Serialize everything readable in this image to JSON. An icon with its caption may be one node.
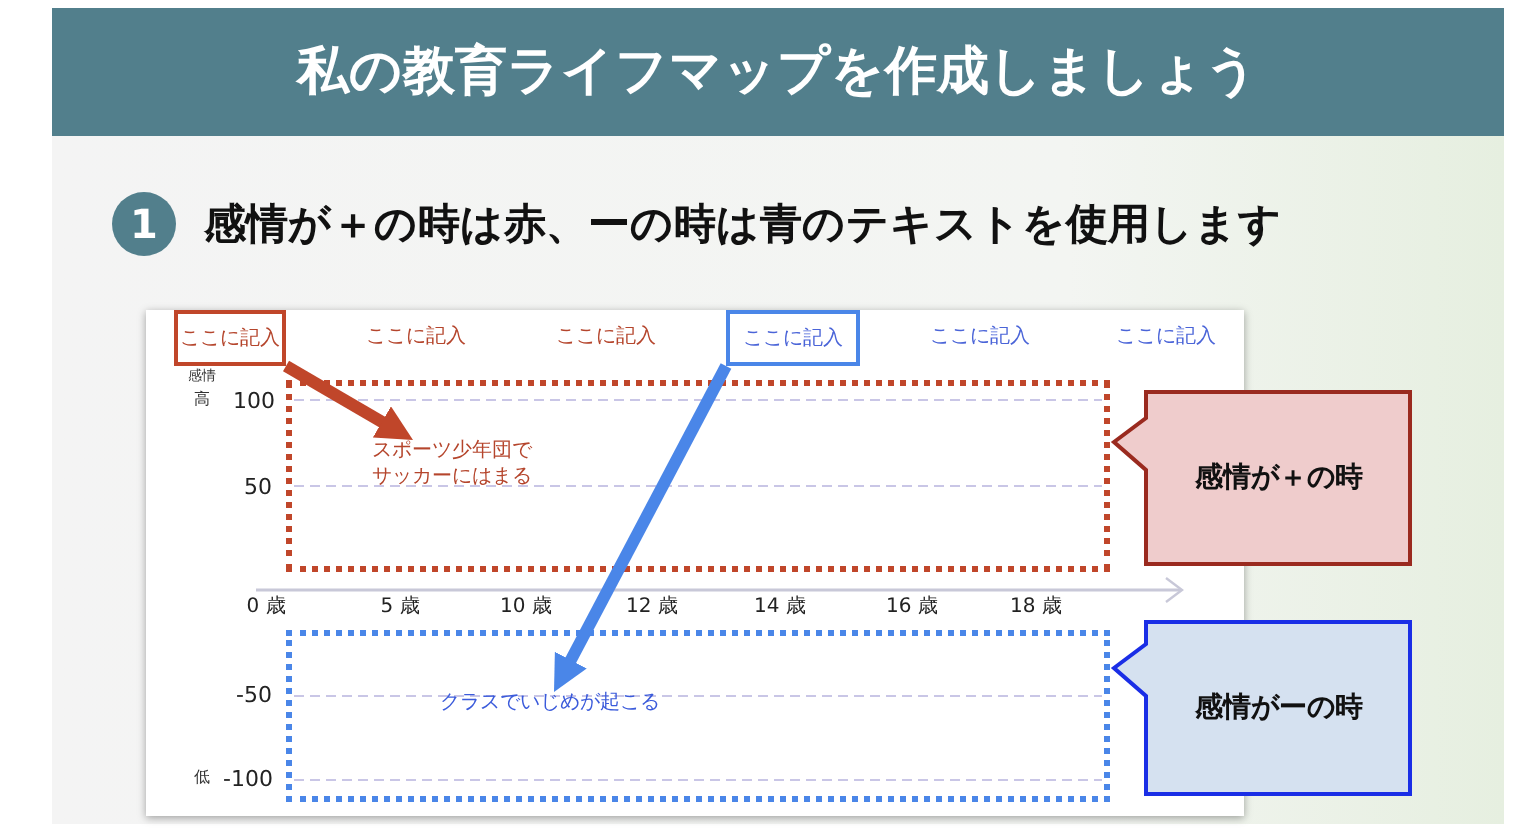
{
  "diagram": {
    "title": "私の教育ライフマップを作成しましょう",
    "nodes": [
      {
        "text": [
          "ここに記入"
        ]
      },
      {
        "text": [
          "ここに記入"
        ]
      },
      {
        "text": [],
        "shape": "box"
      },
      {
        "text": [
          "スポーツ少年団でサッカーにはまる"
        ],
        "in": 2
      },
      {
        "text": [],
        "shape": "box"
      },
      {
        "text": [
          "クラスでいじめが起こる"
        ],
        "in": 4
      },
      {
        "text": [
          "感情が＋の時"
        ]
      },
      {
        "text": [
          "感情がーの時"
        ]
      }
    ],
    "edges": [
      {
        "from": 0,
        "to": 3,
        "arrow": "to",
        "color": "#c0462a"
      },
      {
        "from": 1,
        "to": 5,
        "arrow": "to",
        "color": "#4a86e8"
      }
    ],
    "labels": [
      "1",
      "感情が＋の時は**赤**、ーの時は**青**のテキストを使用します",
      "ここに記入",
      "ここに記入",
      "ここに記入",
      "ここに記入",
      "感情",
      "高",
      "100",
      "50",
      "0 歳",
      "5 歳",
      "10 歳",
      "12 歳",
      "14 歳",
      "16 歳",
      "18 歳",
      "-50",
      "低",
      "-100"
    ]
  }
}
